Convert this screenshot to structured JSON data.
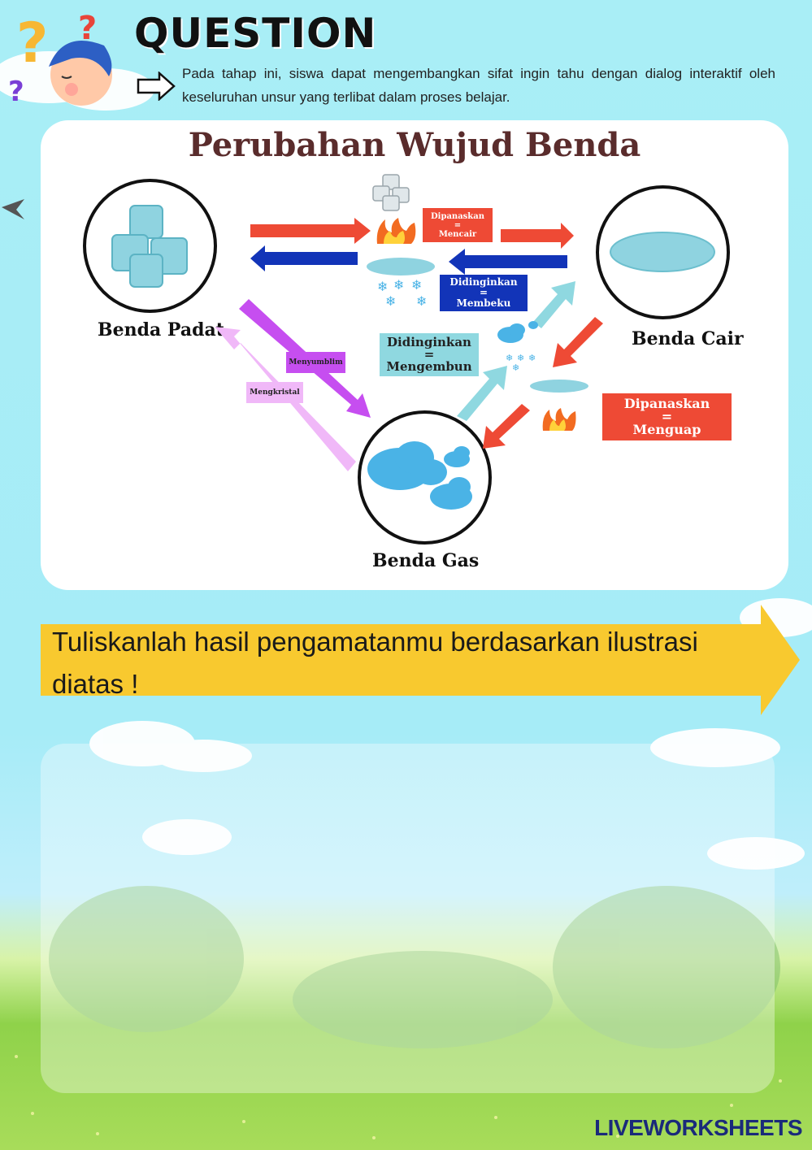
{
  "header": {
    "title": "QUESTION",
    "intro": "Pada tahap ini, siswa dapat mengembangkan sifat ingin tahu dengan dialog interaktif oleh keseluruhan unsur yang terlibat dalam proses belajar."
  },
  "diagram": {
    "title": "Perubahan Wujud Benda",
    "states": {
      "solid": "Benda Padat",
      "liquid": "Benda Cair",
      "gas": "Benda Gas"
    },
    "processes": {
      "melting": "Dipanaskan\n=\nMencair",
      "freezing": "Didinginkan\n=\nMembeku",
      "condensing": "Didinginkan\n=\nMengembun",
      "evaporating": "Dipanaskan\n=\nMenguap",
      "sublimating": "Menyumblim",
      "crystallizing": "Mengkristal"
    },
    "colors": {
      "red": "#ee4a35",
      "blue": "#1234b8",
      "cyan": "#8fd8e0",
      "purple": "#c64ef0",
      "lilac": "#f0b8f8"
    }
  },
  "prompt": {
    "text": "Tuliskanlah hasil pengamatanmu berdasarkan ilustrasi diatas !",
    "banner_color": "#f8c92f"
  },
  "answer": {
    "value": ""
  },
  "brand": {
    "name": "LIVEWORKSHEETS"
  }
}
